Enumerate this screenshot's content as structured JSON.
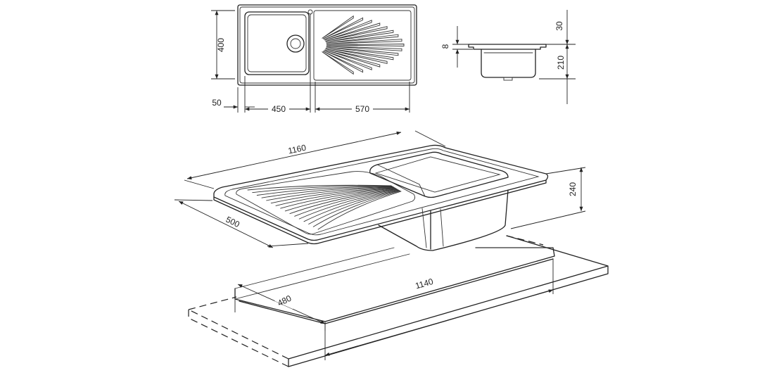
{
  "top_view": {
    "width_bowl": "450",
    "width_drainer": "570",
    "offset_left": "50",
    "depth": "400"
  },
  "side_view": {
    "rim_height": "30",
    "flange": "8",
    "bowl_depth": "210"
  },
  "iso_view": {
    "overall_length": "1160",
    "overall_width": "500",
    "total_depth": "240"
  },
  "cutout": {
    "length": "1140",
    "width": "480"
  }
}
